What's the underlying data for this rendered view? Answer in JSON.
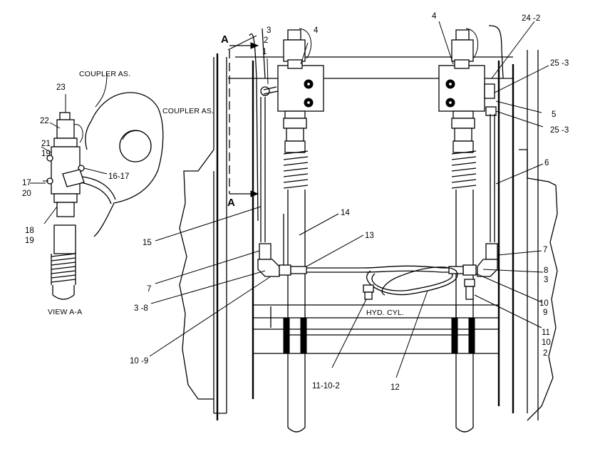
{
  "view": {
    "title": "VIEW A-A",
    "coupler_label": "COUPLER AS.",
    "callouts": {
      "c23": "23",
      "c22": "22",
      "c21": "21",
      "c19a": "19",
      "c17": "17",
      "c20": "20",
      "c16_17": "16-17",
      "c18": "18",
      "c19b": "19"
    }
  },
  "main": {
    "coupler_label": "COUPLER AS.",
    "section_mark_top": "A",
    "section_mark_bottom": "A",
    "hyd_cyl_label": "HYD. CYL.",
    "callouts": {
      "l3": "3",
      "l2": "2",
      "l1": "1",
      "l4a": "4",
      "l4b": "4",
      "l24_2": "24 -2",
      "l25_3a": "25 -3",
      "l5": "5",
      "l25_3b": "25 -3",
      "l6": "6",
      "l14": "14",
      "l15": "15",
      "l13": "13",
      "l7a": "7",
      "l7b": "7",
      "l8": "8",
      "l3b": "3",
      "l3_8": "3 -8",
      "l10a": "10",
      "l9": "9",
      "l10_9": "10 -9",
      "l11": "11",
      "l10b": "10",
      "l2b": "2",
      "l11_10_2": "11-10-2",
      "l12": "12"
    }
  }
}
